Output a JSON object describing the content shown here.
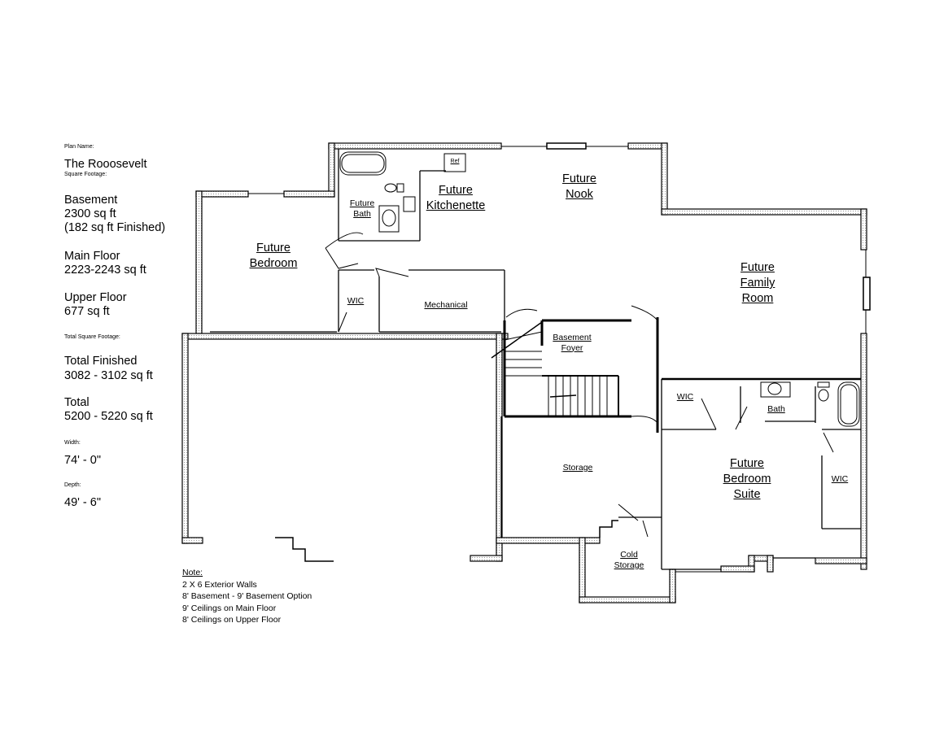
{
  "info": {
    "plan_name_label": "Plan Name:",
    "plan_name": "The Rooosevelt",
    "square_footage_label": "Square Footage:",
    "basement_title": "Basement",
    "basement_sqft": "2300 sq ft",
    "basement_finished": "(182 sq ft Finished)",
    "main_floor_title": "Main Floor",
    "main_floor_sqft": "2223-2243 sq ft",
    "upper_floor_title": "Upper Floor",
    "upper_floor_sqft": "677 sq ft",
    "total_sqft_label": "Total Square Footage:",
    "total_finished_title": "Total Finished",
    "total_finished_sqft": "3082 - 3102 sq ft",
    "total_title": "Total",
    "total_sqft": "5200 - 5220 sq ft",
    "width_label": "Width:",
    "width_value": "74' - 0\"",
    "depth_label": "Depth:",
    "depth_value": "49' - 6\""
  },
  "notes": {
    "title": "Note:",
    "lines": [
      "2 X 6 Exterior Walls",
      "8' Basement - 9' Basement Option",
      "9' Ceilings on Main Floor",
      "8' Ceilings on Upper Floor"
    ]
  },
  "rooms": {
    "bedroom_l1": "Future",
    "bedroom_l2": "Bedroom",
    "bath_l1": "Future",
    "bath_l2": "Bath",
    "ref": "Ref",
    "kitchenette_l1": "Future",
    "kitchenette_l2": "Kitchenette",
    "nook_l1": "Future",
    "nook_l2": "Nook",
    "family_l1": "Future",
    "family_l2": "Family",
    "family_l3": "Room",
    "wic": "WIC",
    "mechanical": "Mechanical",
    "foyer_l1": "Basement",
    "foyer_l2": "Foyer",
    "wic2": "WIC",
    "bath2": "Bath",
    "suite_l1": "Future",
    "suite_l2": "Bedroom",
    "suite_l3": "Suite",
    "wic3": "WIC",
    "storage": "Storage",
    "cold_l1": "Cold",
    "cold_l2": "Storage"
  }
}
